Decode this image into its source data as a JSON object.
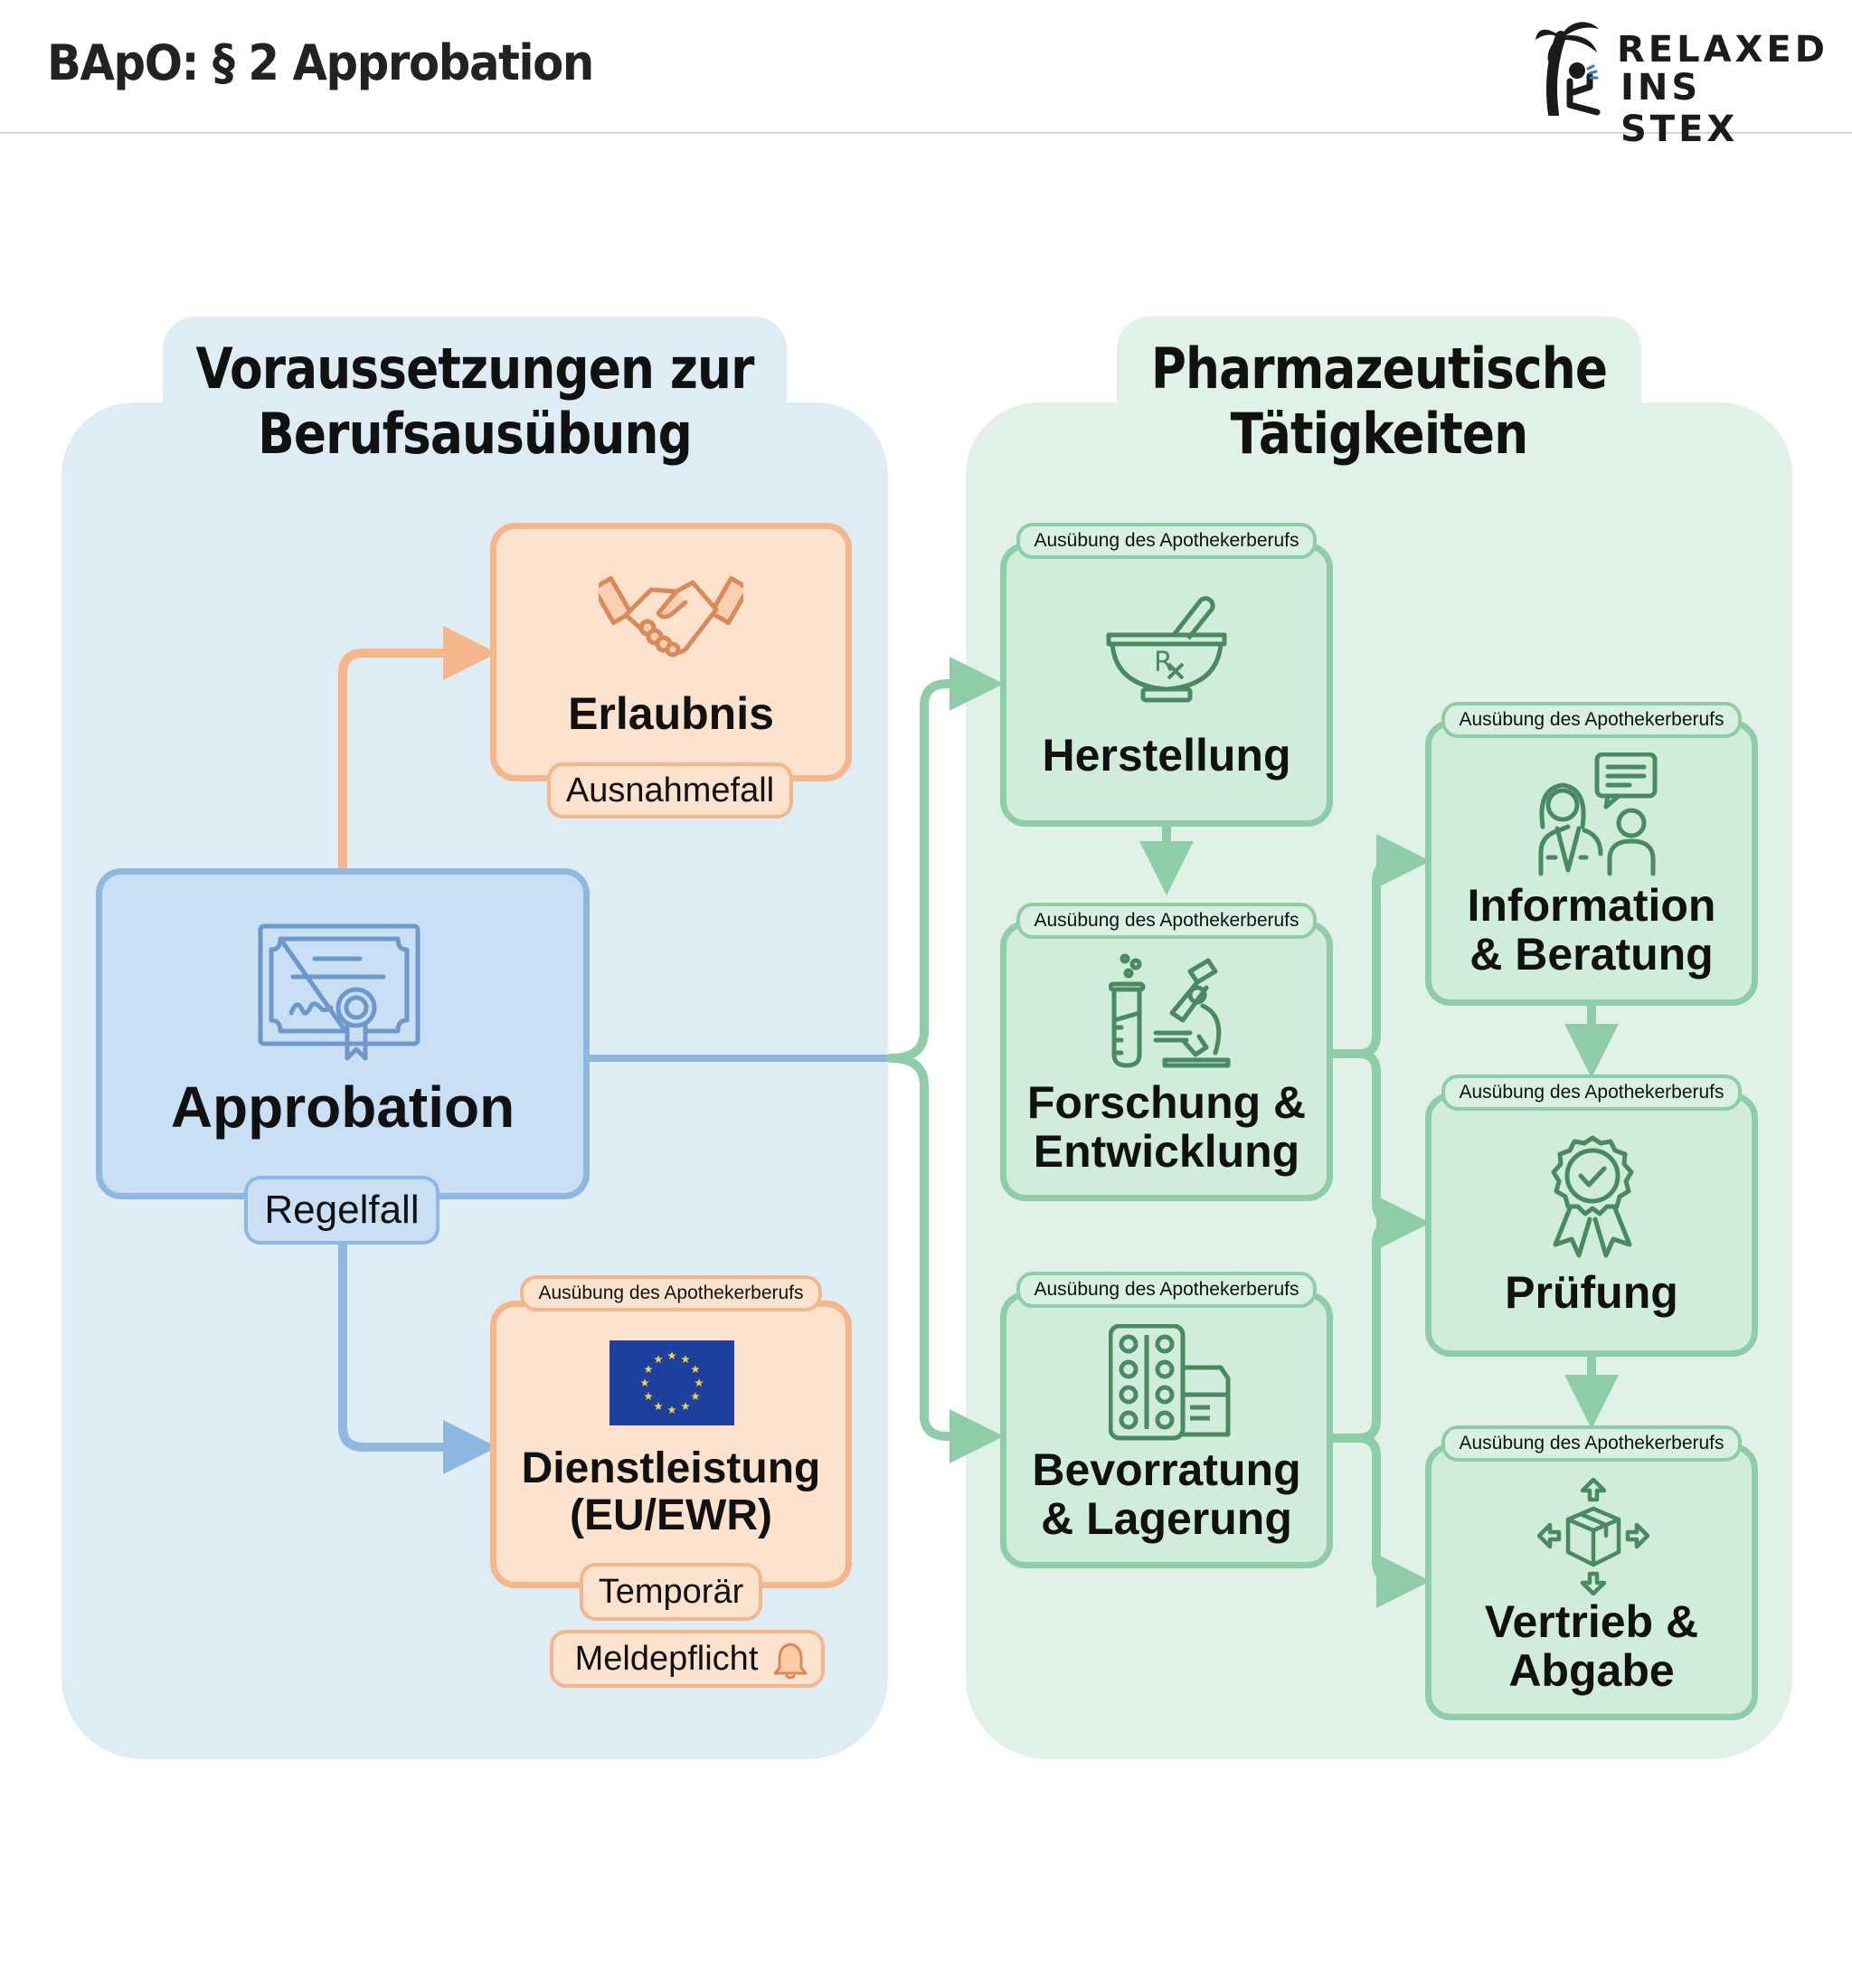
{
  "header": {
    "title": "BApO: § 2 Approbation",
    "logo": {
      "line1": "RELAXED",
      "line2": "INS STEX",
      "icon": "palm-tree-person-icon"
    }
  },
  "colors": {
    "blue_panel": "#deecf6",
    "green_panel": "#e0f2e7",
    "orange_border": "#f4b68a",
    "blue_border": "#8fb8e0",
    "green_border": "#8fcca8",
    "icon_green": "#4a8a62",
    "icon_orange": "#d98a5a",
    "icon_blue": "#6e97cc"
  },
  "left_panel": {
    "title_line1": "Voraussetzungen zur",
    "title_line2": "Berufsausübung",
    "erlaubnis": {
      "label": "Erlaubnis",
      "tag": "Ausnahmefall",
      "icon": "handshake-icon"
    },
    "approbation": {
      "label": "Approbation",
      "tag": "Regelfall",
      "icon": "certificate-icon"
    },
    "dienstleistung": {
      "top_tag": "Ausübung des Apothekerberufs",
      "label_line1": "Dienstleistung",
      "label_line2": "(EU/EWR)",
      "tag": "Temporär",
      "notice": "Meldepflicht",
      "icon": "eu-flag-icon",
      "notice_icon": "bell-icon"
    }
  },
  "right_panel": {
    "title_line1": "Pharmazeutische",
    "title_line2": "Tätigkeiten",
    "activities": [
      {
        "top_tag": "Ausübung des Apothekerberufs",
        "line1": "Herstellung",
        "line2": "",
        "icon": "mortar-pestle-rx-icon"
      },
      {
        "top_tag": "Ausübung des Apothekerberufs",
        "line1": "Forschung &",
        "line2": "Entwicklung",
        "icon": "test-tube-microscope-icon"
      },
      {
        "top_tag": "Ausübung des Apothekerberufs",
        "line1": "Bevorratung",
        "line2": "& Lagerung",
        "icon": "blister-pack-box-icon"
      },
      {
        "top_tag": "Ausübung des Apothekerberufs",
        "line1": "Information",
        "line2": "& Beratung",
        "icon": "pharmacist-consultation-icon"
      },
      {
        "top_tag": "Ausübung des Apothekerberufs",
        "line1": "Prüfung",
        "line2": "",
        "icon": "quality-badge-check-icon"
      },
      {
        "top_tag": "Ausübung des Apothekerberufs",
        "line1": "Vertrieb &",
        "line2": "Abgabe",
        "icon": "package-distribution-icon"
      }
    ]
  }
}
